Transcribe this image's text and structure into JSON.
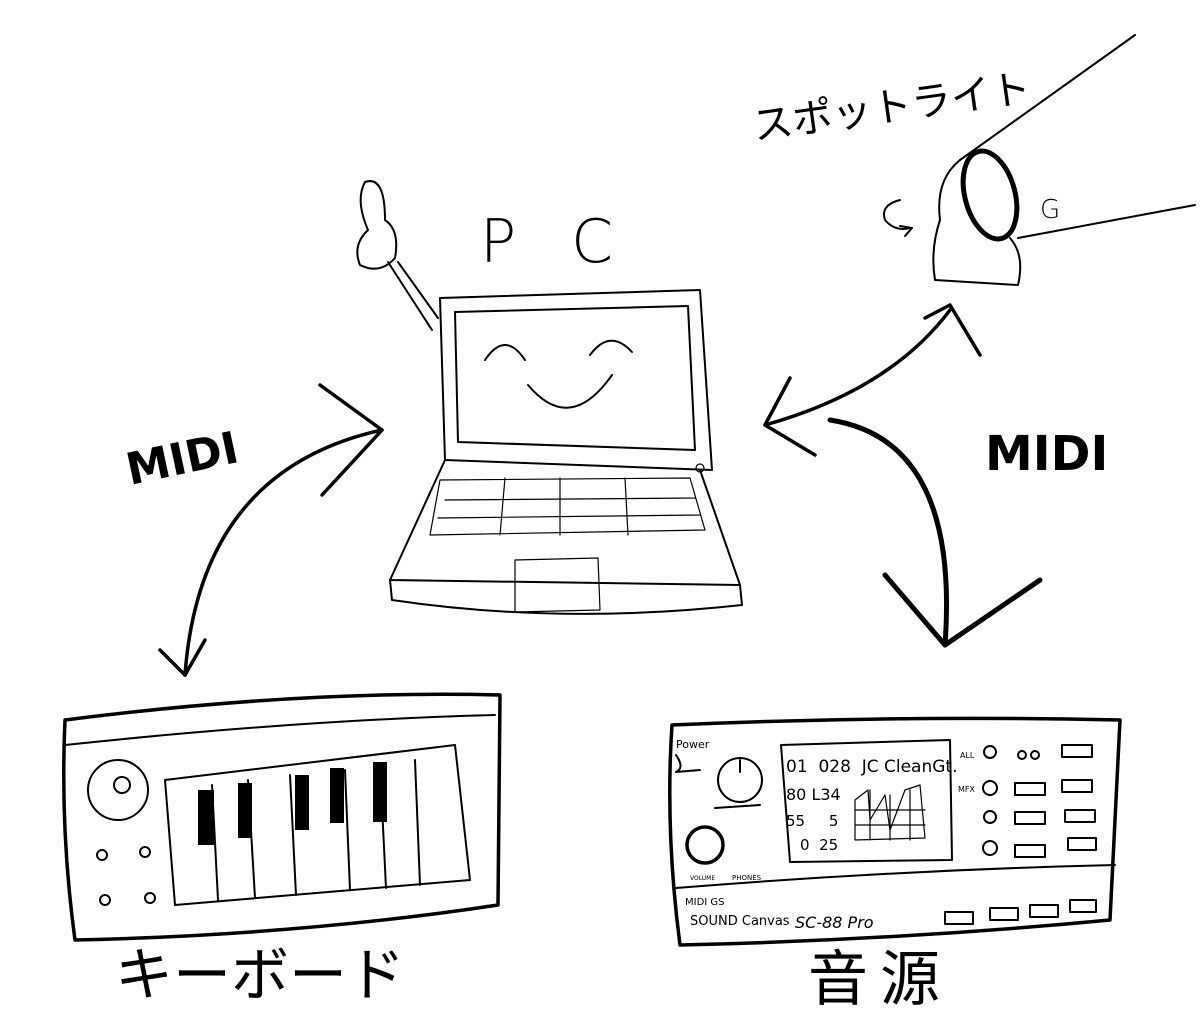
{
  "labels": {
    "pc": "PC",
    "spotlight": "スポットライト",
    "spotlight_mark": "G",
    "midi_left": "MIDI",
    "midi_right": "MIDI",
    "keyboard": "キーボード",
    "sound_module": "音源"
  },
  "sound_module": {
    "power": "Power",
    "display_lines": [
      "01  028  JC CleanGt.",
      "80 L34",
      "55     5",
      "0  25"
    ],
    "side_labels": [
      "ALL",
      "MFX"
    ],
    "knob_labels": [
      "VOLUME",
      "PHONES"
    ],
    "brand_line1": "MIDI GS",
    "brand_line2": "SOUND Canvas",
    "model": "SC-88 Pro"
  }
}
